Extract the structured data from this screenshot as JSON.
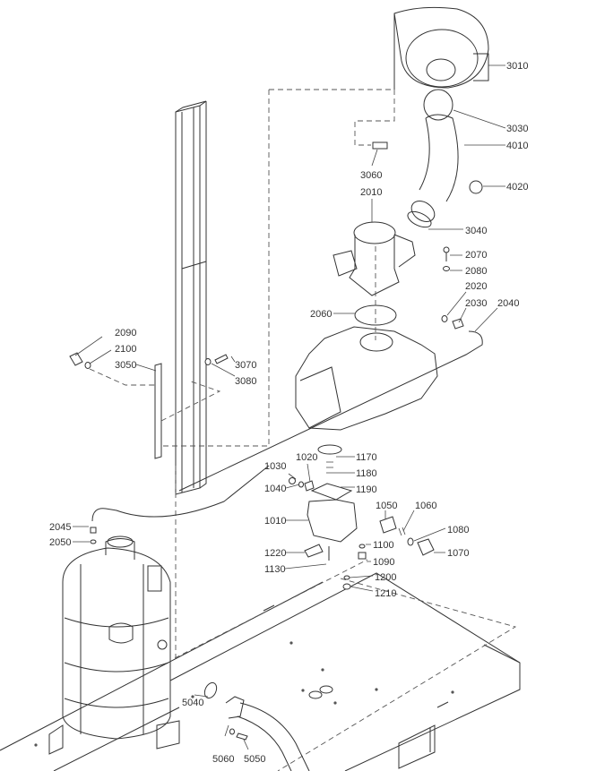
{
  "diagram": {
    "type": "exploded-parts-view",
    "colors": {
      "line": "#333333",
      "background": "#ffffff"
    },
    "labels": [
      {
        "id": "3010",
        "text": "3010"
      },
      {
        "id": "3030",
        "text": "3030"
      },
      {
        "id": "4010",
        "text": "4010"
      },
      {
        "id": "3060",
        "text": "3060"
      },
      {
        "id": "2010",
        "text": "2010"
      },
      {
        "id": "4020",
        "text": "4020"
      },
      {
        "id": "3040",
        "text": "3040"
      },
      {
        "id": "2070",
        "text": "2070"
      },
      {
        "id": "2080",
        "text": "2080"
      },
      {
        "id": "2020",
        "text": "2020"
      },
      {
        "id": "2030",
        "text": "2030"
      },
      {
        "id": "2040",
        "text": "2040"
      },
      {
        "id": "2060",
        "text": "2060"
      },
      {
        "id": "2090",
        "text": "2090"
      },
      {
        "id": "2100",
        "text": "2100"
      },
      {
        "id": "3050",
        "text": "3050"
      },
      {
        "id": "3070",
        "text": "3070"
      },
      {
        "id": "3080",
        "text": "3080"
      },
      {
        "id": "1170",
        "text": "1170"
      },
      {
        "id": "1030",
        "text": "1030"
      },
      {
        "id": "1020",
        "text": "1020"
      },
      {
        "id": "1180",
        "text": "1180"
      },
      {
        "id": "1040",
        "text": "1040"
      },
      {
        "id": "1190",
        "text": "1190"
      },
      {
        "id": "1010",
        "text": "1010"
      },
      {
        "id": "1050",
        "text": "1050"
      },
      {
        "id": "1060",
        "text": "1060"
      },
      {
        "id": "1080",
        "text": "1080"
      },
      {
        "id": "1070",
        "text": "1070"
      },
      {
        "id": "1220",
        "text": "1220"
      },
      {
        "id": "1100",
        "text": "1100"
      },
      {
        "id": "1130",
        "text": "1130"
      },
      {
        "id": "1090",
        "text": "1090"
      },
      {
        "id": "1200",
        "text": "1200"
      },
      {
        "id": "1210",
        "text": "1210"
      },
      {
        "id": "2045",
        "text": "2045"
      },
      {
        "id": "2050",
        "text": "2050"
      },
      {
        "id": "5040",
        "text": "5040"
      },
      {
        "id": "5060",
        "text": "5060"
      },
      {
        "id": "5050",
        "text": "5050"
      }
    ]
  }
}
